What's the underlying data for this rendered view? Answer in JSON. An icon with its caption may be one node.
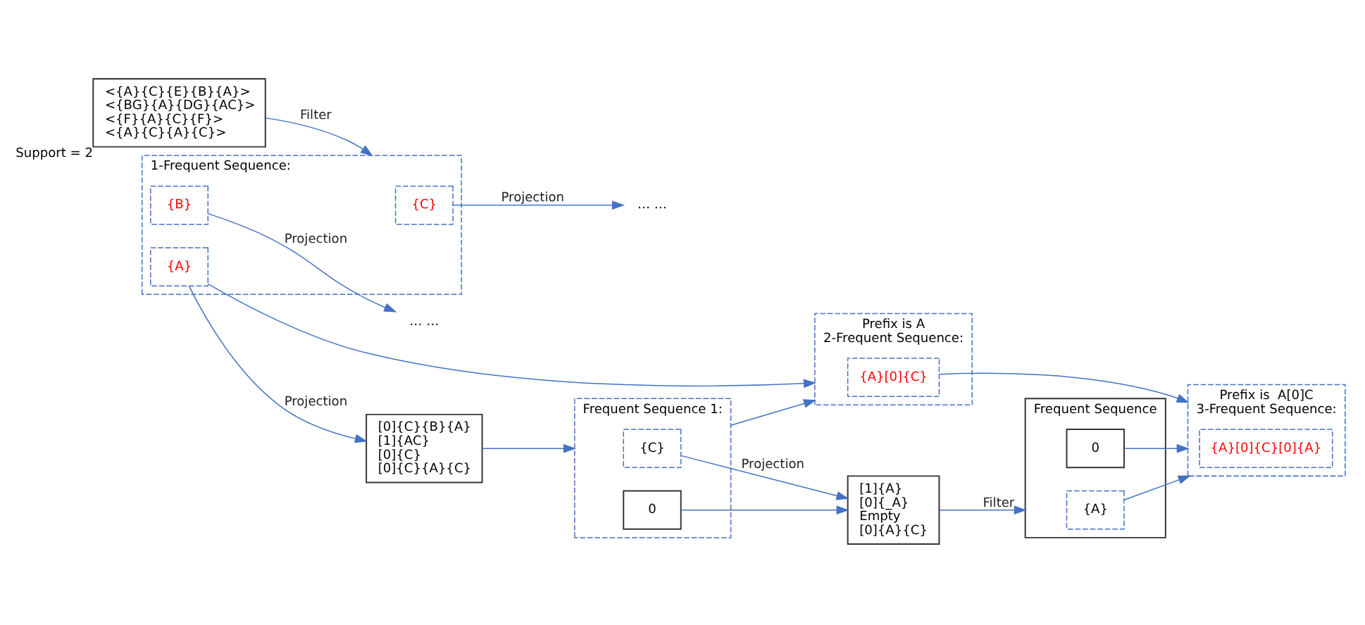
{
  "diagram": {
    "nodes": [
      {
        "text": [
          "<{A}{C}{E}{B}{A}> <{BG}{A}{DG}{AC}> <{F}{A}{C}{F}> <{A}{C}{A}{C}>"
        ],
        "beside": [
          "Support = 2"
        ]
      },
      {
        "text": [
          "1-Frequent Sequence:"
        ]
      },
      {
        "text": [
          "{C}"
        ],
        "in": 1
      },
      {
        "text": [
          "{B}"
        ],
        "in": 1
      },
      {
        "text": [
          "{A}"
        ],
        "in": 1
      },
      {
        "text": [
          "… …"
        ]
      },
      {
        "text": [
          "… …"
        ]
      },
      {
        "text": [
          "[0]{C}{B}{A} [1]{AC} [0]{C} [0]{C}{A}{C}"
        ]
      },
      {
        "text": [
          "Prefix is A",
          "2-Frequent Sequence:"
        ]
      },
      {
        "text": [
          "{A}[0]{C}"
        ],
        "in": 8
      },
      {
        "text": [
          "Frequent Sequence 1:"
        ]
      },
      {
        "text": [
          "{C}"
        ],
        "in": 10
      },
      {
        "text": [
          "0"
        ],
        "in": 10
      },
      {
        "text": [
          "Prefix is  A[0]C",
          "3-Frequent Sequence:"
        ]
      },
      {
        "text": [
          "{A}[0]{C}[0]{A}"
        ],
        "in": 13
      },
      {
        "text": [
          "[1]{A} [0]{_A} Empty [0]{A}{C}"
        ]
      },
      {
        "text": [
          "Frequent Sequence"
        ]
      },
      {
        "text": [
          "{A}"
        ],
        "in": 16
      },
      {
        "text": [
          "0"
        ],
        "in": 16
      }
    ],
    "edges": [
      {
        "from": 0,
        "to": 1,
        "arrow": "to",
        "label": "Filter"
      },
      {
        "from": 2,
        "to": 5,
        "arrow": "to",
        "label": "Projection"
      },
      {
        "from": 3,
        "to": 6,
        "arrow": "to",
        "label": "Projection"
      },
      {
        "from": 4,
        "to": 7,
        "arrow": "to",
        "label": "Projection"
      },
      {
        "from": 4,
        "to": 8,
        "arrow": "to"
      },
      {
        "from": 7,
        "to": 10,
        "arrow": "to"
      },
      {
        "from": 10,
        "to": 8,
        "arrow": "to"
      },
      {
        "from": 9,
        "to": 13,
        "arrow": "to"
      },
      {
        "from": 11,
        "to": 15,
        "arrow": "to",
        "label": "Projection"
      },
      {
        "from": 12,
        "to": 15,
        "arrow": "to"
      },
      {
        "from": 15,
        "to": 16,
        "arrow": "to",
        "label": "Filter"
      },
      {
        "from": 17,
        "to": 13,
        "arrow": "to"
      },
      {
        "from": 18,
        "to": 13,
        "arrow": "to"
      }
    ]
  }
}
